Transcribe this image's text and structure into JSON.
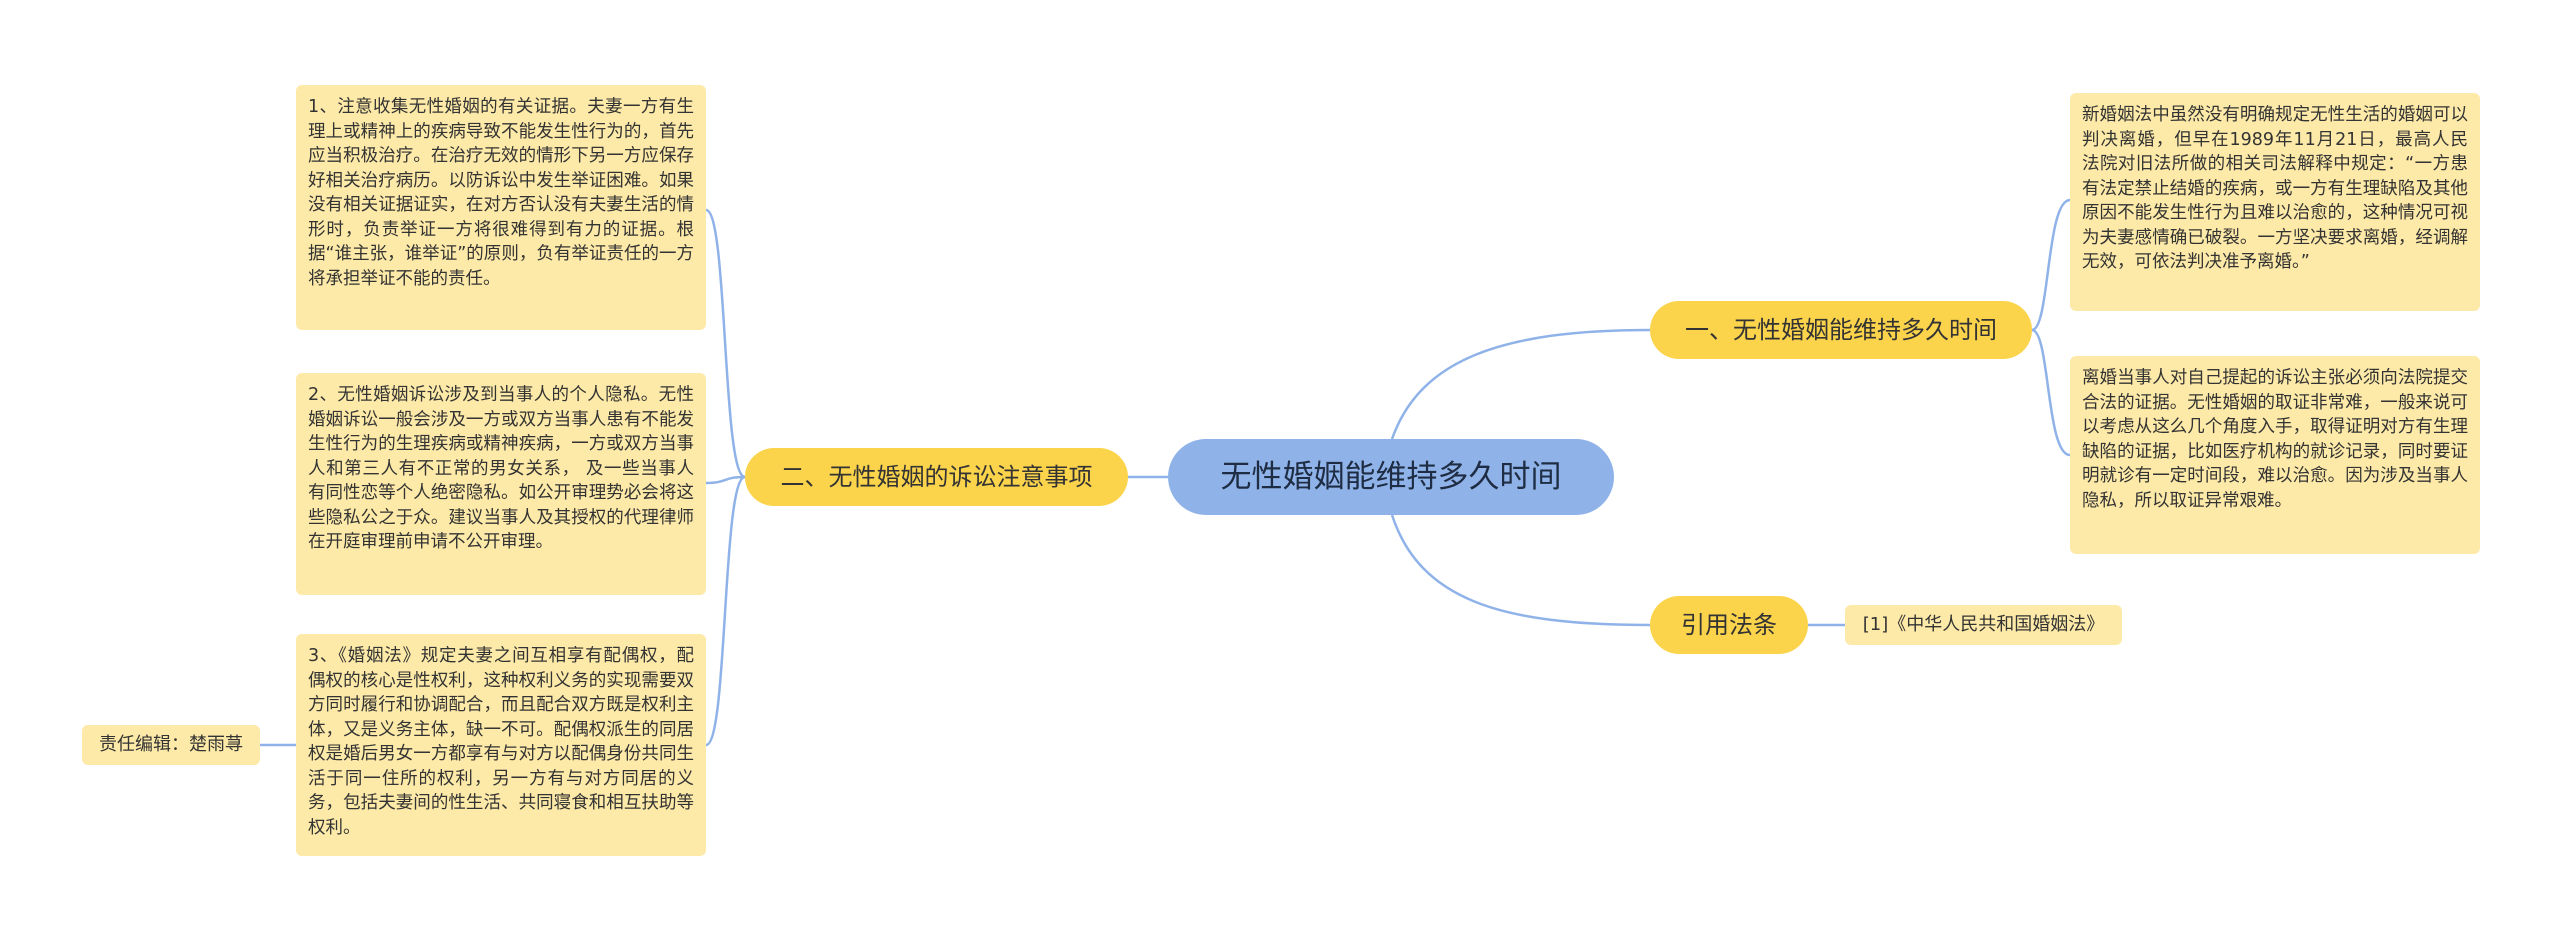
{
  "root": {
    "label": "无性婚姻能维持多久时间"
  },
  "branches": {
    "duration": {
      "label": "一、无性婚姻能维持多久时间",
      "details": [
        "新婚姻法中虽然没有明确规定无性生活的婚姻可以判决离婚，但早在1989年11月21日，最高人民法院对旧法所做的相关司法解释中规定：“一方患有法定禁止结婚的疾病，或一方有生理缺陷及其他原因不能发生性行为且难以治愈的，这种情况可视为夫妻感情确已破裂。一方坚决要求离婚，经调解无效，可依法判决准予离婚。”",
        "离婚当事人对自己提起的诉讼主张必须向法院提交合法的证据。无性婚姻的取证非常难，一般来说可以考虑从这么几个角度入手，取得证明对方有生理缺陷的证据，比如医疗机构的就诊记录，同时要证明就诊有一定时间段，难以治愈。因为涉及当事人隐私，所以取证异常艰难。"
      ]
    },
    "citation": {
      "label": "引用法条",
      "details": [
        "[1]《中华人民共和国婚姻法》"
      ]
    },
    "notes": {
      "label": "二、无性婚姻的诉讼注意事项",
      "details": [
        "1、注意收集无性婚姻的有关证据。夫妻一方有生理上或精神上的疾病导致不能发生性行为的，首先应当积极治疗。在治疗无效的情形下另一方应保存好相关治疗病历。以防诉讼中发生举证困难。如果没有相关证据证实，在对方否认没有夫妻生活的情形时，负责举证一方将很难得到有力的证据。根据“谁主张，谁举证”的原则，负有举证责任的一方将承担举证不能的责任。",
        "2、无性婚姻诉讼涉及到当事人的个人隐私。无性婚姻诉讼一般会涉及一方或双方当事人患有不能发生性行为的生理疾病或精神疾病，一方或双方当事人和第三人有不正常的男女关系， 及一些当事人有同性恋等个人绝密隐私。如公开审理势必会将这些隐私公之于众。建议当事人及其授权的代理律师在开庭审理前申请不公开审理。",
        "3、《婚姻法》规定夫妻之间互相享有配偶权，配偶权的核心是性权利，这种权利义务的实现需要双方同时履行和协调配合，而且配合双方既是权利主体，又是义务主体，缺一不可。配偶权派生的同居权是婚后男女一方都享有与对方以配偶身份共同生活于同一住所的权利，另一方有与对方同居的义务，包括夫妻间的性生活、共同寝食和相互扶助等权利。"
      ]
    },
    "editor": {
      "label": "责任编辑：楚雨荨"
    }
  },
  "colors": {
    "root": "#8fb3e9",
    "topic": "#fbd44c",
    "leaf": "#fdeaa8",
    "line": "#8fb3e9"
  }
}
